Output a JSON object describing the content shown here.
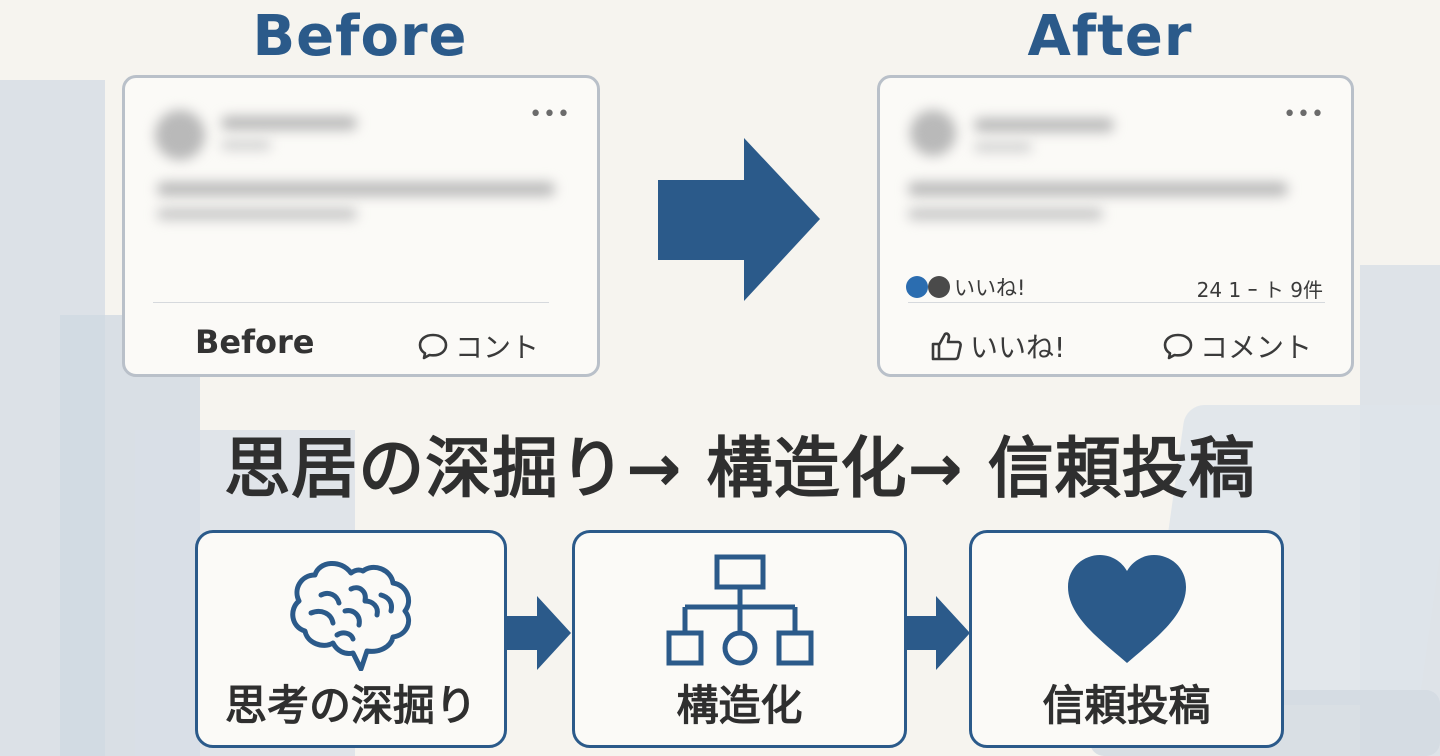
{
  "before": {
    "heading": "Before",
    "footer_label": "Before",
    "comment_label": "コント"
  },
  "after": {
    "heading": "After",
    "reaction_label": "いいね!",
    "counts_text": "24 1 ｰ ト 9件",
    "like_label": "いいね!",
    "comment_label": "コメント"
  },
  "tagline": "思居の深掘り→ 構造化→ 信頼投稿",
  "steps": [
    {
      "label": "思考の深掘り",
      "icon": "brain-icon"
    },
    {
      "label": "構造化",
      "icon": "hierarchy-icon"
    },
    {
      "label": "信頼投稿",
      "icon": "heart-icon"
    }
  ],
  "colors": {
    "accent": "#2b5a8a",
    "background": "#f6f4ef",
    "card_border": "#b9c0c9",
    "text": "#2f2f2f"
  }
}
